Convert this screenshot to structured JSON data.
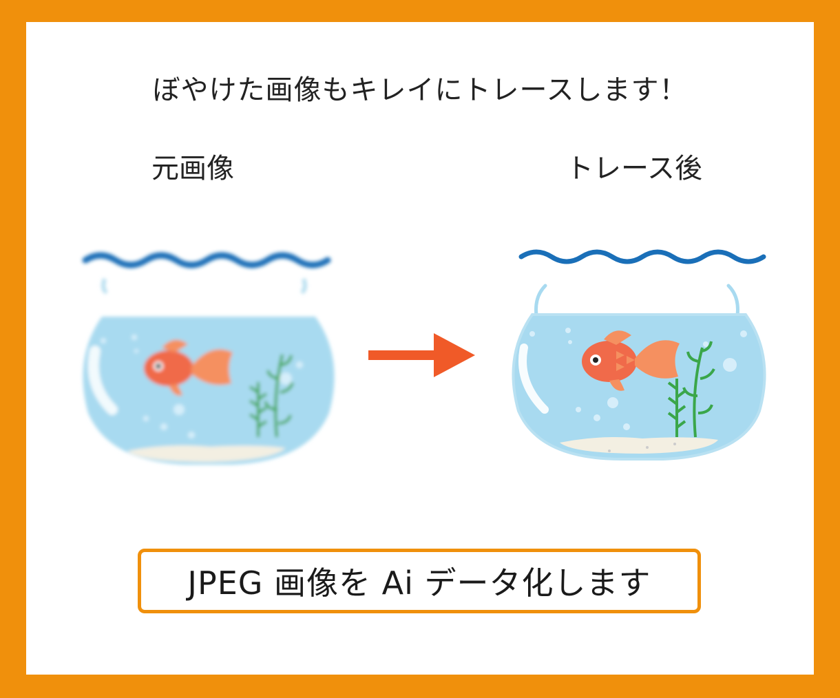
{
  "headline": "ぼやけた画像もキレイにトレースします！",
  "labels": {
    "before": "元画像",
    "after": "トレース後"
  },
  "badge": "JPEG 画像を Ai データ化します",
  "colors": {
    "border": "#f0900c",
    "arrow": "#f05a28",
    "water": "#a8daf0",
    "wave": "#1a6fb8",
    "fish": "#f06a4a",
    "plant": "#3aa64a",
    "sand": "#f3efe2"
  },
  "icons": {
    "arrow": "arrow-right-icon",
    "before_image": "goldfish-bowl-blurry",
    "after_image": "goldfish-bowl-traced"
  }
}
